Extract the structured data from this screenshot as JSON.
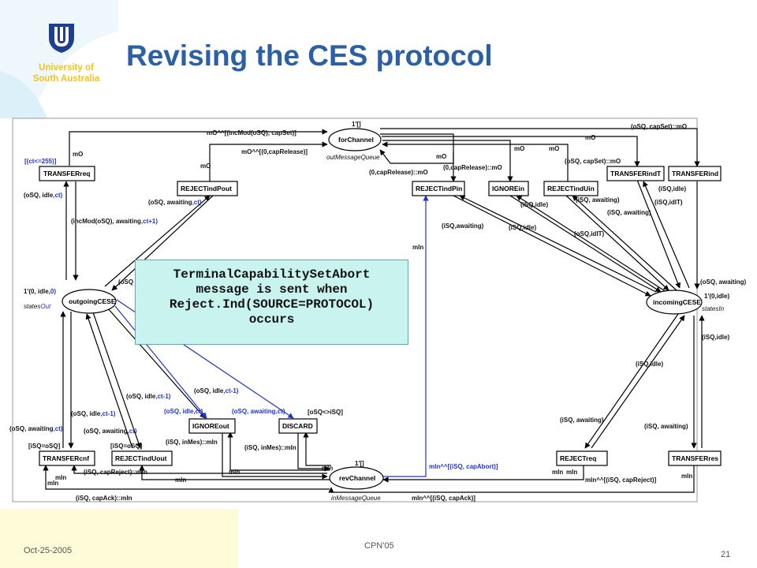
{
  "header": {
    "university": "University of",
    "university2": "South Australia",
    "title": "Revising the CES protocol"
  },
  "callout": {
    "line1": "TerminalCapabilitySetAbort",
    "line2": "message is sent when",
    "line3": "Reject.Ind(SOURCE=PROTOCOL)",
    "line4": "occurs"
  },
  "places": {
    "forChannel": {
      "name": "forChannel",
      "type": "outMessageQueue",
      "init": "1'[]"
    },
    "revChannel": {
      "name": "revChannel",
      "type": "inMessageQueue",
      "init": "1'[]"
    },
    "outgoingCESE": {
      "name": "outgoingCESE",
      "type_prefix": "states",
      "type_suffix": "Out",
      "init_prefix": "1'(0, idle,",
      "init_suffix": "0)"
    },
    "incomingCESE": {
      "name": "incomingCESE",
      "type": "statesIn",
      "init": "1'(0,idle)"
    }
  },
  "transitions": {
    "TRANSFERreq": "TRANSFERreq",
    "REJECTindPout": "REJECTindPout",
    "REJECTindPin": "REJECTindPin",
    "IGNOREin": "IGNOREin",
    "REJECTindUin": "REJECTindUin",
    "TRANSFERindT": "TRANSFERindT",
    "TRANSFERind": "TRANSFERind",
    "IGNOREout": "IGNOREout",
    "DISCARD": "DISCARD",
    "TRANSFERcnf": "TRANSFERcnf",
    "REJECTindUout": "REJECTindUout",
    "REJECTreq": "REJECTreq",
    "TRANSFERres": "TRANSFERres"
  },
  "guards": {
    "TRANSFERreq": "[(ct<=255)]",
    "TRANSFERcnf": "[iSQ=oSQ]",
    "REJECTindUout": "[iSQ=oSQ]",
    "DISCARD": "[oSQ<>iSQ]"
  },
  "arc_labels": {
    "a1": "mO^^[(incMod(oSQ), capSet)]",
    "a2": "mO^^[(0,capRelease)]",
    "a3": "mO",
    "a4": "mO",
    "a5": "mO",
    "a6": "(0,capRelease)::mO",
    "a7": "(0,capRelease)::mO",
    "a8": "mO",
    "a9": "mO",
    "a10": "(oSQ, capSet)::mO",
    "a11": "(oSQ, capSet)::mO",
    "a12": "mO",
    "a13": "(oSQ, idle",
    "a13b": ",ct)",
    "a14": "(oSQ, awaiting",
    "a14b": ",ct)",
    "a15": "(incMod(oSQ), awaiting",
    "a15b": ",ct+1)",
    "a16": "(iSQ,idle)",
    "a17": "(iSQ, awaiting)",
    "a18": "(iSQ,idle)",
    "a19": "(iSQ,idIT)",
    "a20": "(iSQ, awaiting)",
    "a21": "(iSQ,awaiting)",
    "a22": "(iSQ,idle)",
    "a23": "(oSQ,idIT)",
    "a24": "mIn",
    "a25": "(oSQ, awaiting)",
    "a26": "(iSQ,idle)",
    "a27": "(iSQ,idle)",
    "a28": "(iSQ, awaiting)",
    "a29": "(iSQ, awaiting)",
    "a30": "(oSQ",
    "a31": "(oSQ, idle",
    "a31b": ",ct-1)",
    "a32": "(oSQ, idle",
    "a32b": ",ct-1)",
    "a33": "(oSQ, idle",
    "a33b": ",ct-1)",
    "a34": "(oSQ, idle",
    "a34b": ",ct)",
    "a35": "(oSQ, awaiting",
    "a35b": ",ct)",
    "a36": "(oSQ, awaiting",
    "a36b": ",ct)",
    "a37": "(oSQ, awaiting",
    "a37b": ",ct)",
    "a38": "(iSQ, inMes)::mIn",
    "a39": "(iSQ, inMes)::mIn",
    "a40": "(iSQ, capReject)::mIn",
    "a41": "mIn",
    "a42": "mIn",
    "a43": "mIn",
    "a44": "mIn",
    "a45": "mIn",
    "a46": "(iSQ, capAck)::mIn",
    "a47": "mIn^^[(iSQ, capAbort)]",
    "a48": "mIn",
    "a49": "mIn^^[(iSQ, capReject)]",
    "a50": "mIn",
    "a51": "mIn^^[(iSQ, capAck)]",
    "a52": "mIn"
  },
  "footer": {
    "date": "Oct-25-2005",
    "conference": "CPN'05",
    "page": "21"
  }
}
